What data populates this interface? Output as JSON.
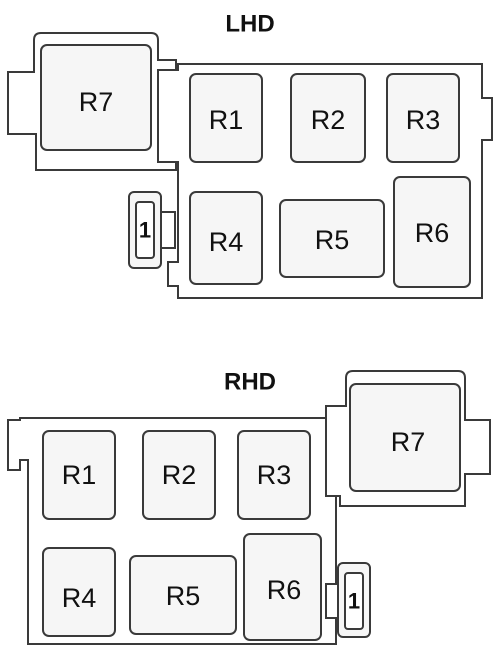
{
  "lhd": {
    "heading": "LHD",
    "relays": {
      "r1": "R1",
      "r2": "R2",
      "r3": "R3",
      "r4": "R4",
      "r5": "R5",
      "r6": "R6",
      "r7": "R7"
    },
    "fuse": "1"
  },
  "rhd": {
    "heading": "RHD",
    "relays": {
      "r1": "R1",
      "r2": "R2",
      "r3": "R3",
      "r4": "R4",
      "r5": "R5",
      "r6": "R6",
      "r7": "R7"
    },
    "fuse": "1"
  }
}
